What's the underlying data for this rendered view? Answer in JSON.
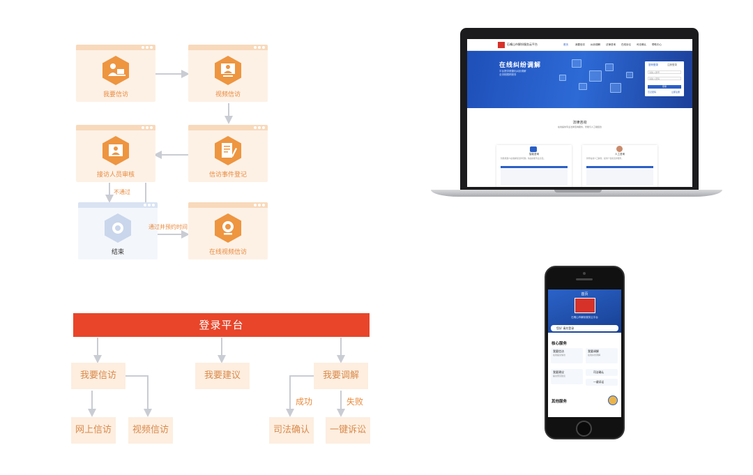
{
  "top_flow": {
    "cards": [
      {
        "id": "visit",
        "label": "我要信访",
        "icon": "person-laptop-icon"
      },
      {
        "id": "video",
        "label": "视频信访",
        "icon": "person-screen-icon"
      },
      {
        "id": "review",
        "label": "接访人员审核",
        "icon": "id-card-icon"
      },
      {
        "id": "register",
        "label": "信访事件登记",
        "icon": "document-pen-icon"
      },
      {
        "id": "end",
        "label": "结束",
        "icon": "stop-icon"
      },
      {
        "id": "online_video",
        "label": "在线视频信访",
        "icon": "webcam-icon"
      }
    ],
    "edge_labels": {
      "reject": "不通过",
      "pass": "通过并预约时间"
    }
  },
  "bottom_flow": {
    "banner": "登录平台",
    "boxes": {
      "visit": "我要信访",
      "suggest": "我要建议",
      "mediate": "我要调解",
      "online": "网上信访",
      "video": "视频信访",
      "judicial": "司法确认",
      "sue": "一键诉讼"
    },
    "edge_labels": {
      "success": "成功",
      "fail": "失败"
    }
  },
  "laptop": {
    "site_name": "石嘴山市解纷服务云平台",
    "menu": [
      "首页",
      "我要信访",
      "纠纷调解",
      "法律咨询",
      "在线诉讼",
      "司法确认",
      "帮助中心"
    ],
    "hero_title": "在线纠纷调解",
    "hero_sub": [
      "平台提供便捷化纠纷调解",
      "全流程跟踪服务"
    ],
    "login": {
      "tab1": "密码登录",
      "tab2": "注册登录",
      "user_placeholder": "请输入账号",
      "pass_placeholder": "请输入密码",
      "button": "登录",
      "forgot": "忘记密码",
      "register": "立即注册"
    },
    "section_title": "法律咨询",
    "section_sub": "在线提供专业法律咨询服务，智能与人工相结合",
    "panels": [
      {
        "title": "智能咨询",
        "text": "智能机器人在线解答法律问题，快速获取专业意见。"
      },
      {
        "title": "人工咨询",
        "text": "律师在线人工解答，提供个性化法律服务。"
      }
    ]
  },
  "phone": {
    "title": "首页",
    "site_name": "石嘴山市解纷服务云平台",
    "user_text": "您好  请先登录",
    "section1": "核心服务",
    "cards": [
      {
        "title": "我要信访",
        "sub": "在线提交信访"
      },
      {
        "title": "我要调解",
        "sub": "在线纠纷调解"
      },
      {
        "title": "我要建议",
        "sub": "提交意见建议"
      }
    ],
    "small_items": [
      "司法确认",
      "一键诉讼"
    ],
    "section2": "其他服务"
  },
  "colors": {
    "accent": "#e8452a",
    "orange": "#e98a3c",
    "card_bg": "#fdf1e6",
    "blue": "#2a5fc6"
  }
}
